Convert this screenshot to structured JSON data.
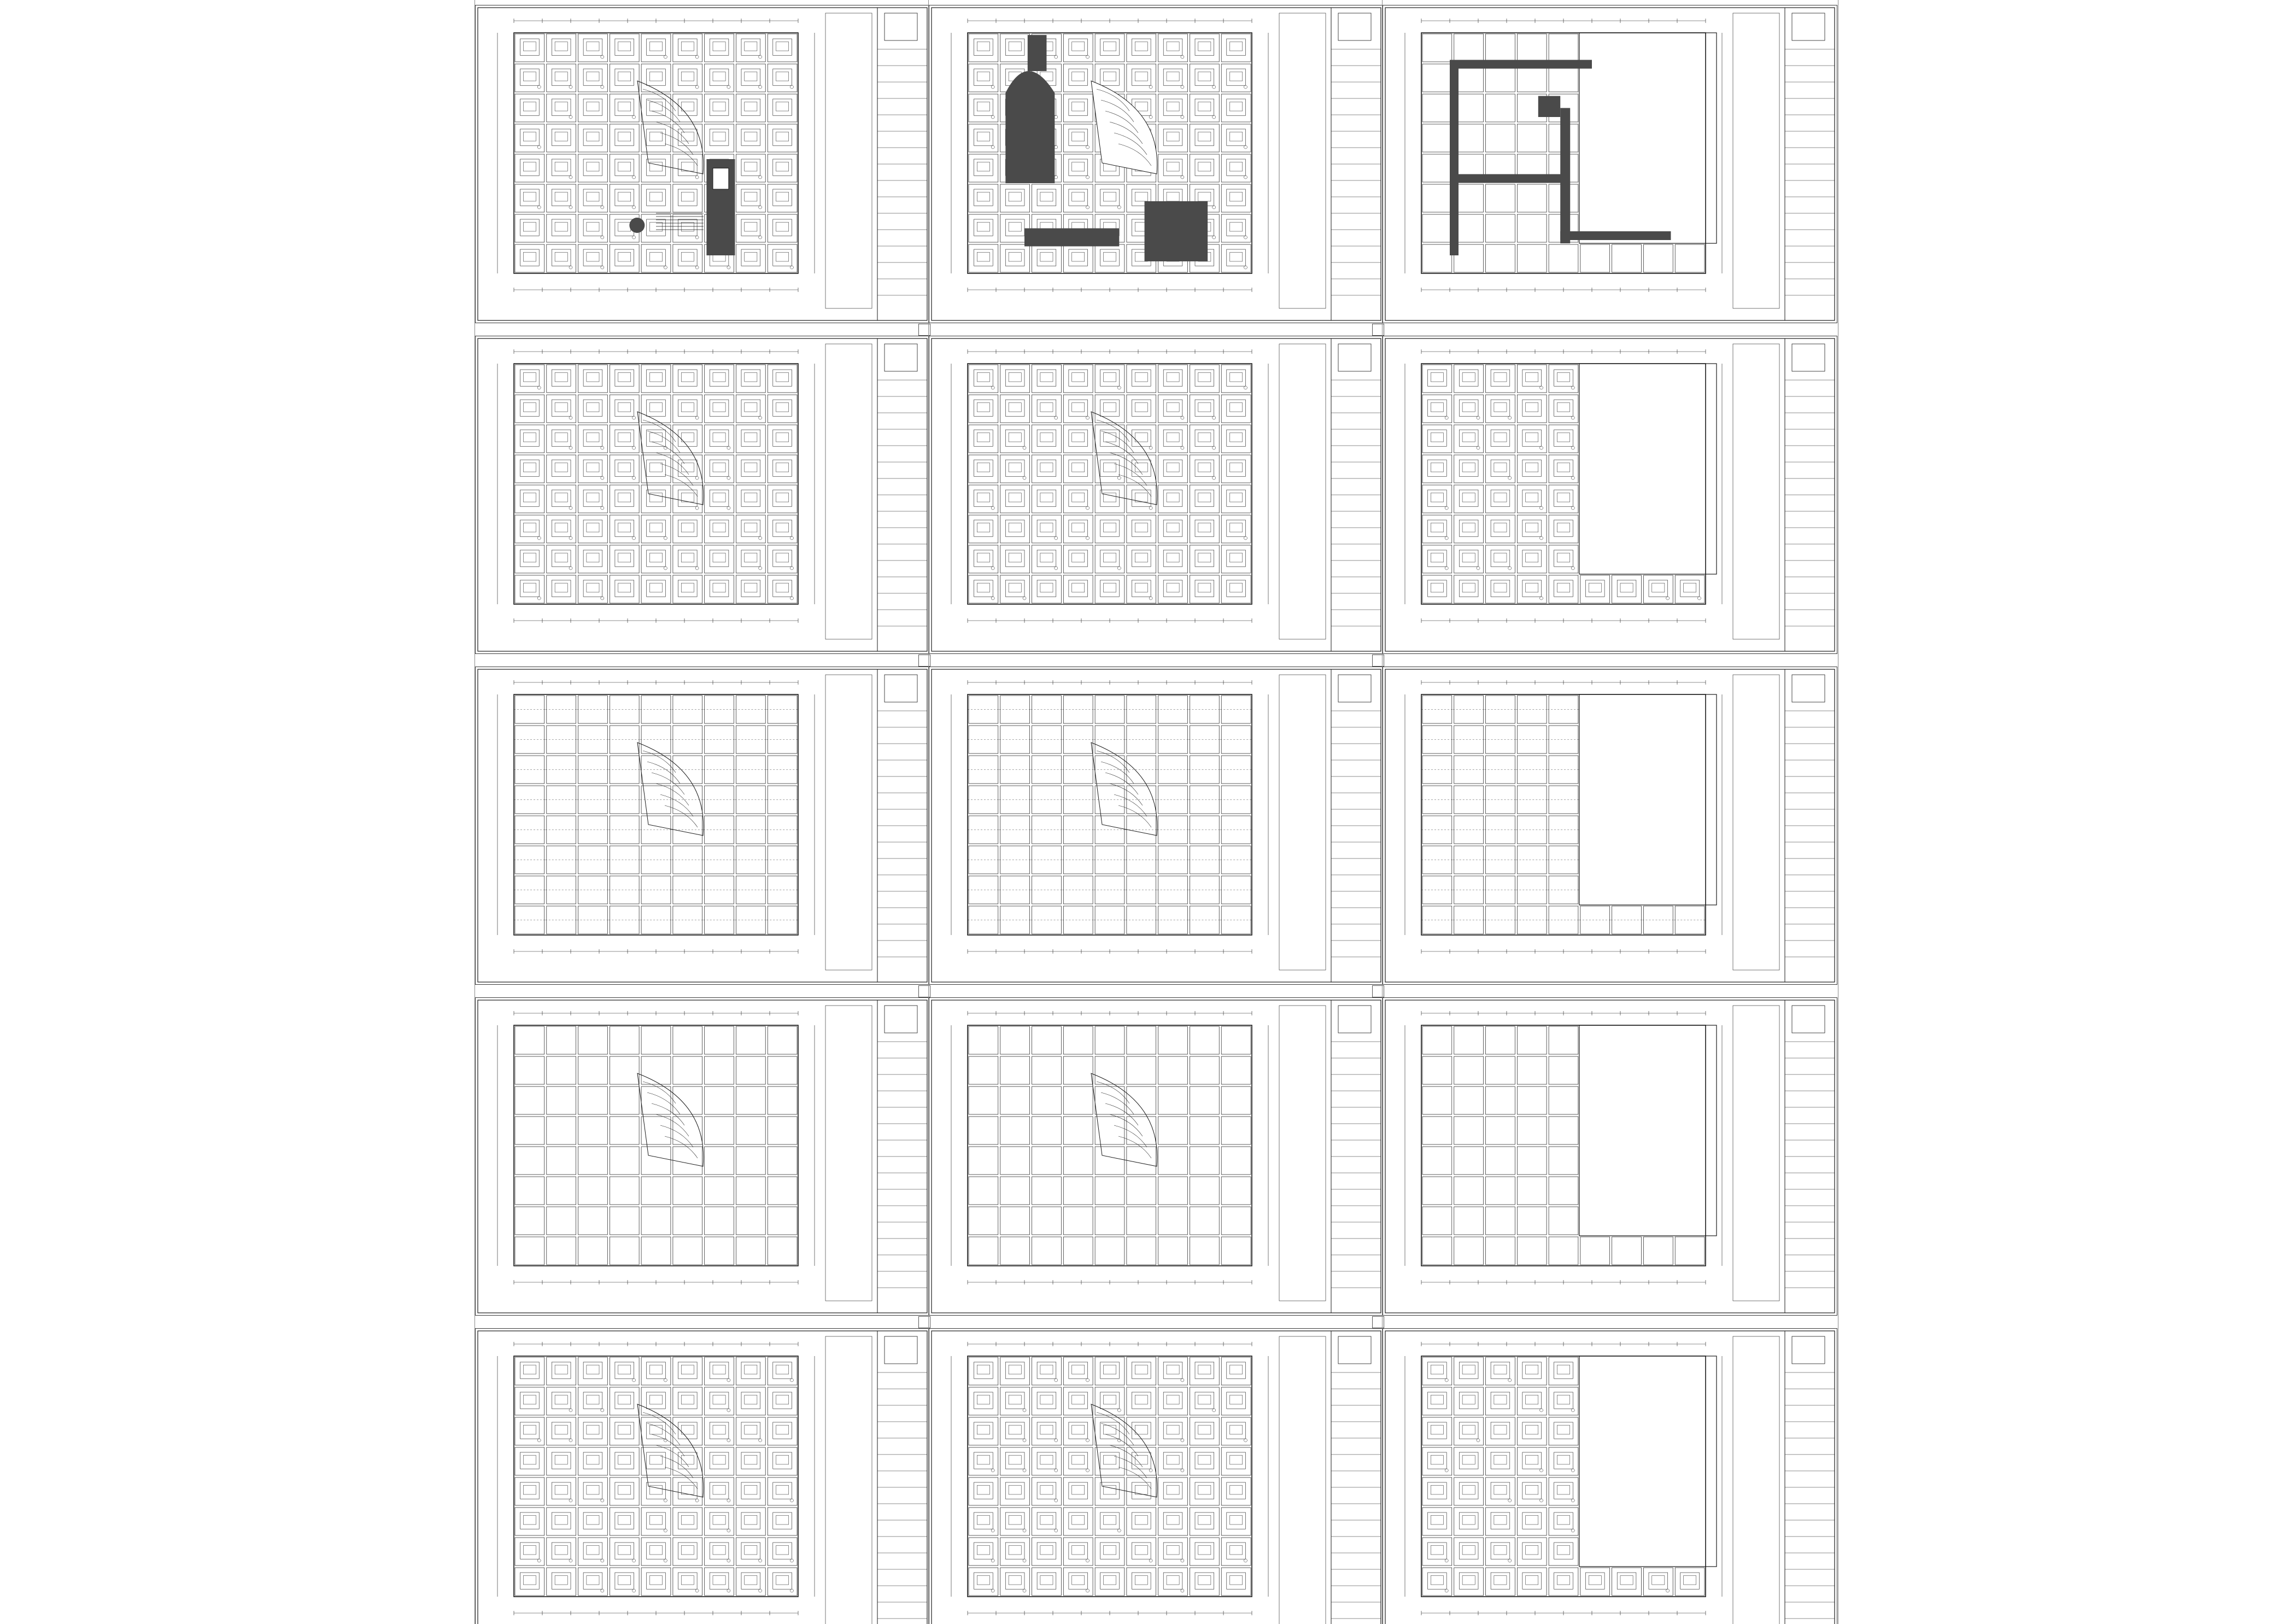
{
  "sheet_set": {
    "columns": 3,
    "rows": 5,
    "sheets": [
      {
        "caption": "",
        "notes": "",
        "variant": "furnished-hatched"
      },
      {
        "caption": "",
        "notes": "",
        "variant": "furnished-dark"
      },
      {
        "caption": "",
        "notes": "",
        "variant": "corridor-dark"
      },
      {
        "caption": "",
        "notes": "",
        "variant": "furnished"
      },
      {
        "caption": "",
        "notes": "",
        "variant": "furnished"
      },
      {
        "caption": "",
        "notes": "",
        "variant": "furnished-right-void"
      },
      {
        "caption": "",
        "notes": "",
        "variant": "grid-dashed"
      },
      {
        "caption": "",
        "notes": "",
        "variant": "grid-dashed"
      },
      {
        "caption": "",
        "notes": "",
        "variant": "grid-dashed-right-void"
      },
      {
        "caption": "",
        "notes": "",
        "variant": "outline"
      },
      {
        "caption": "",
        "notes": "",
        "variant": "outline"
      },
      {
        "caption": "",
        "notes": "",
        "variant": "outline-right-void"
      },
      {
        "caption": "",
        "notes": "",
        "variant": "furnished"
      },
      {
        "caption": "",
        "notes": "",
        "variant": "furnished"
      },
      {
        "caption": "",
        "notes": "",
        "variant": "furnished-right-void"
      }
    ]
  },
  "colors": {
    "line": "#1a1a1a",
    "fill_dark": "#4a4a4a",
    "fill_mid": "#9a9a9a",
    "border": "#3a3a3a"
  }
}
